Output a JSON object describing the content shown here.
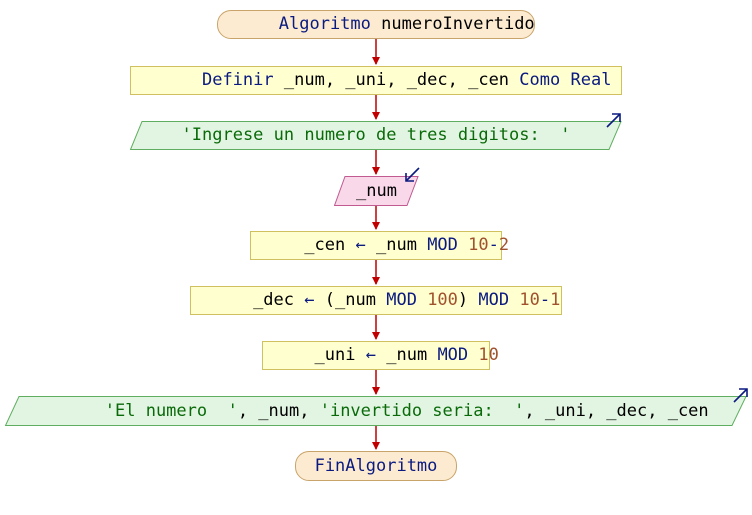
{
  "colors": {
    "arrow": "#c00000",
    "keyword": "#0a1a80",
    "string": "#0a6a0a",
    "number": "#a0522d",
    "terminal_fill": "#fcebd0",
    "process_fill": "#ffffd0",
    "output_fill": "#e2f5e2",
    "input_fill": "#f9d8ea"
  },
  "flow": {
    "start": {
      "kw": "Algoritmo",
      "name": "numeroInvertido"
    },
    "define": {
      "kw": "Definir",
      "vars": "_num, _uni, _dec, _cen",
      "kw2": "Como",
      "type": "Real"
    },
    "prompt": {
      "text": "'Ingrese un numero de tres digitos:  '",
      "icon": "output-arrow-icon"
    },
    "read": {
      "var": "_num",
      "icon": "input-arrow-icon"
    },
    "assign_cen": {
      "target": "_cen",
      "op": "←",
      "src": "_num",
      "kw": "MOD",
      "n1": "10",
      "minus": "-",
      "n2": "2"
    },
    "assign_dec": {
      "target": "_dec",
      "op": "←",
      "open": "(",
      "src": "_num",
      "kw": "MOD",
      "n1": "100",
      "close": ")",
      "kw2": "MOD",
      "n2": "10",
      "minus": "-",
      "n3": "1"
    },
    "assign_uni": {
      "target": "_uni",
      "op": "←",
      "src": "_num",
      "kw": "MOD",
      "n1": "10"
    },
    "output": {
      "s1": "'El numero  '",
      "sep1": ", _num, ",
      "s2": "'invertido seria:  '",
      "sep2": ", _uni, _dec, _cen",
      "icon": "output-arrow-icon"
    },
    "end": {
      "kw": "FinAlgoritmo"
    }
  }
}
